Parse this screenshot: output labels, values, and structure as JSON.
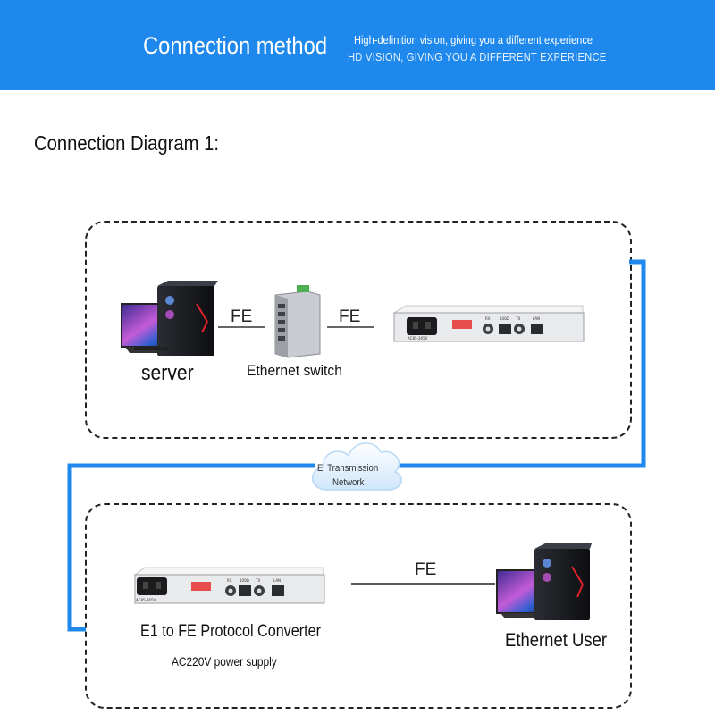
{
  "banner": {
    "title": "Connection method",
    "subtitle_cn": "High-definition vision, giving you a different experience",
    "subtitle_en": "HD VISION, GIVING YOU A DIFFERENT EXPERIENCE"
  },
  "section": {
    "title": "Connection Diagram 1:"
  },
  "top_group": {
    "server_label": "server",
    "switch_label": "Ethernet switch",
    "link1_label": "FE",
    "link2_label": "FE"
  },
  "network": {
    "line1": "El Transmission",
    "line2": "Network"
  },
  "bottom_group": {
    "converter_label": "E1 to FE Protocol Converter",
    "power_label": "AC220V power supply",
    "link_label": "FE",
    "user_label": "Ethernet User"
  },
  "device_panel": {
    "ac_label": "AC85-265V",
    "rx": "RX",
    "e1": "100Ω",
    "tx": "TX",
    "lan": "LAN"
  },
  "colors": {
    "banner": "#1e88ec",
    "connector": "#1e88ec",
    "device_body": "#e9eaec"
  }
}
